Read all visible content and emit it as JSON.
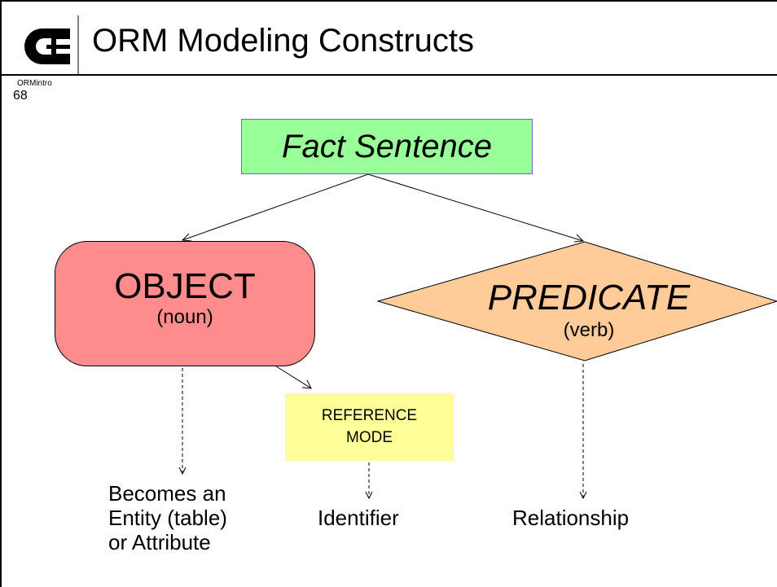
{
  "title": "ORM Modeling Constructs",
  "course_label": "ORMintro",
  "page_number": "68",
  "logo_letters": "CE",
  "nodes": {
    "fact": {
      "label": "Fact Sentence",
      "color": "#99ff99"
    },
    "object": {
      "label": "OBJECT",
      "sublabel": "(noun)",
      "color": "#ff8c8c"
    },
    "predicate": {
      "label": "PREDICATE",
      "sublabel": "(verb)",
      "color": "#ffcc99"
    },
    "reference_mode": {
      "line1": "REFERENCE",
      "line2": "MODE",
      "color": "#ffff99"
    }
  },
  "outcomes": {
    "entity": {
      "line1": "Becomes an",
      "line2": "Entity (table)",
      "line3": "or Attribute"
    },
    "identifier": "Identifier",
    "relationship": "Relationship"
  }
}
